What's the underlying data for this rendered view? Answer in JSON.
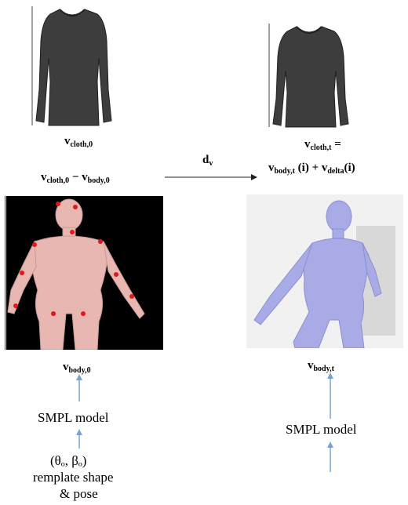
{
  "labels": {
    "v_cloth_0": "v",
    "v_cloth_0_sub": "cloth,0",
    "diff_main_1": "v",
    "diff_sub_1": "cloth,0",
    "diff_minus": " − ",
    "diff_main_2": "v",
    "diff_sub_2": "body,0",
    "d_v": "d",
    "d_v_sub": "v",
    "v_cloth_t": "v",
    "v_cloth_t_sub": "cloth,t",
    "eq": " =",
    "sum_main_1": "v",
    "sum_sub_1": "body,t",
    "sum_arg_1": " (i) + ",
    "sum_main_2": "v",
    "sum_sub_2": "delta",
    "sum_arg_2": "(i)",
    "v_body_0": "v",
    "v_body_0_sub": "body,0",
    "v_body_t": "v",
    "v_body_t_sub": "body,t",
    "smpl_left": "SMPL model",
    "smpl_right": "SMPL model",
    "params": "(θₒ, βₒ)",
    "template_line1": "remplate shape",
    "template_line2": "& pose"
  },
  "colors": {
    "arrow_blue": "#7ba3cf",
    "body_left": "#e9b7b2",
    "body_right": "#a9abe6",
    "marker_red": "#e01818",
    "garment": "#3d3d3d"
  }
}
